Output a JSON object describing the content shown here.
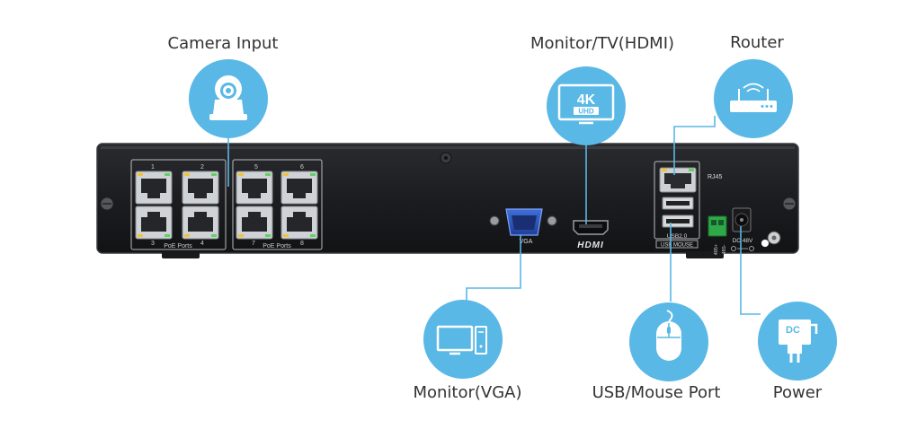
{
  "colors": {
    "accent": "#59b8e6",
    "connector": "#59b8e6",
    "chassis": "#1c1d20",
    "chassis_edge": "#3a3b3f",
    "label_text": "#333333",
    "port_panel": "#d9d9d9"
  },
  "callouts": [
    {
      "id": "camera-input",
      "label": "Camera Input",
      "icon": "dome-camera-icon"
    },
    {
      "id": "monitor-hdmi",
      "label": "Monitor/TV(HDMI)",
      "icon": "4k-uhd-monitor-icon"
    },
    {
      "id": "router",
      "label": "Router",
      "icon": "router-icon"
    },
    {
      "id": "monitor-vga",
      "label": "Monitor(VGA)",
      "icon": "desktop-computer-icon"
    },
    {
      "id": "usb-mouse",
      "label": "USB/Mouse Port",
      "icon": "mouse-icon"
    },
    {
      "id": "power",
      "label": "Power",
      "icon": "dc-adapter-icon"
    }
  ],
  "device": {
    "poe_ports_left": [
      "1",
      "2",
      "3",
      "4"
    ],
    "poe_ports_right": [
      "5",
      "6",
      "7",
      "8"
    ],
    "poe_label": "PoE Ports",
    "vga_label": "VGA",
    "hdmi_label": "HDMI",
    "rj45_label": "RJ45",
    "usb_label_1": "USB2.0",
    "usb_label_2": "USB MOUSE",
    "rs485_plus": "485+",
    "rs485_minus": "485-",
    "dc_label": "DC 48V",
    "icon_4k": "4K",
    "icon_uhd": "UHD",
    "icon_dc": "DC"
  }
}
